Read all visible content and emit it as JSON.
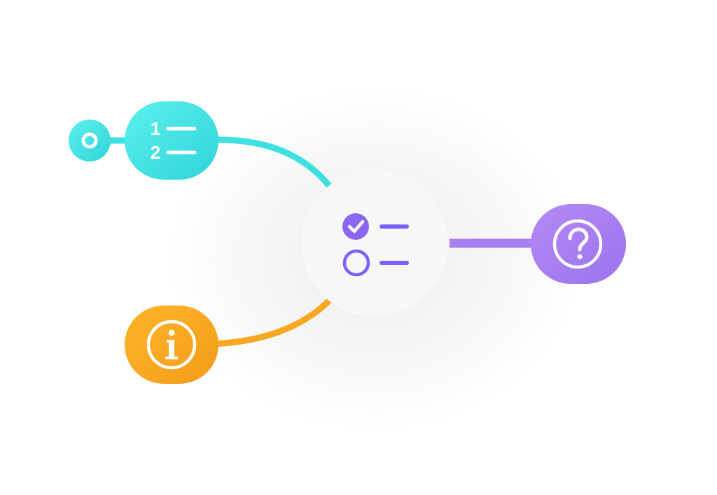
{
  "diagram": {
    "center": {
      "icon": "checklist-icon",
      "color": "#7b61ff"
    },
    "branches": [
      {
        "name": "numbered-list",
        "icon": "numbered-list-icon",
        "color": "#3fe0e0",
        "labels": [
          "1",
          "2"
        ]
      },
      {
        "name": "info",
        "icon": "info-icon",
        "color": "#f7a823"
      },
      {
        "name": "help",
        "icon": "question-mark-icon",
        "color": "#a77ff0"
      }
    ],
    "start_marker": {
      "icon": "start-dot-icon",
      "color": "#3fe0e0"
    }
  },
  "colors": {
    "teal": "#3fe0e0",
    "orange": "#f7a823",
    "purple": "#a77ff0",
    "center_icon": "#7b61ff",
    "center_bg": "#f6f6f7"
  }
}
